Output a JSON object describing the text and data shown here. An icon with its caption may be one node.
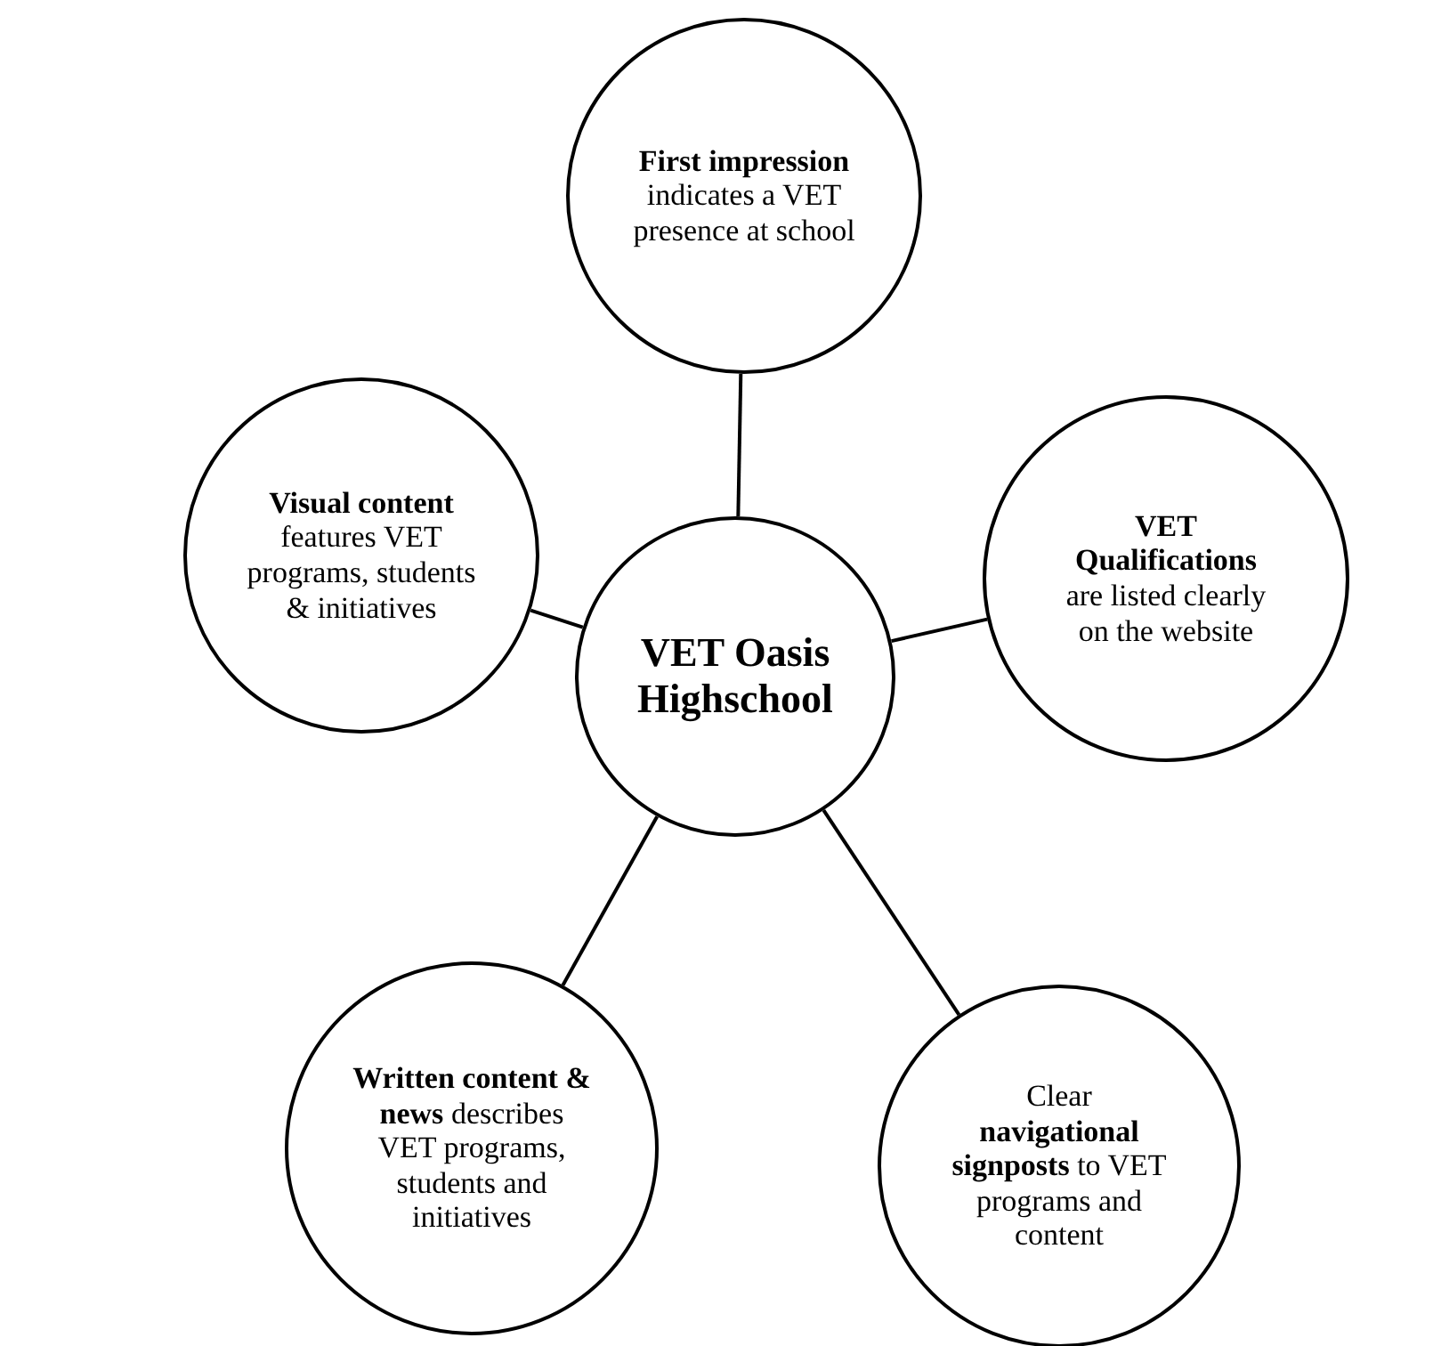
{
  "diagram": {
    "nodes": [
      {
        "text": [
          "VET Oasis Highschool"
        ]
      },
      {
        "text": [
          "**First impression** indicates a VET presence at school"
        ]
      },
      {
        "text": [
          "**Visual content** features VET programs, students & initiatives"
        ]
      },
      {
        "text": [
          "**VET Qualifications** are listed clearly on the website"
        ]
      },
      {
        "text": [
          "**Written content & news** describes VET programs, students and initiatives"
        ]
      },
      {
        "text": [
          "Clear **navigational signposts** to VET programs and content"
        ]
      }
    ],
    "edges": [
      {
        "from": 0,
        "to": 1,
        "arrow": "none"
      },
      {
        "from": 0,
        "to": 2,
        "arrow": "none"
      },
      {
        "from": 0,
        "to": 3,
        "arrow": "none"
      },
      {
        "from": 0,
        "to": 4,
        "arrow": "none"
      },
      {
        "from": 0,
        "to": 5,
        "arrow": "none"
      }
    ]
  }
}
